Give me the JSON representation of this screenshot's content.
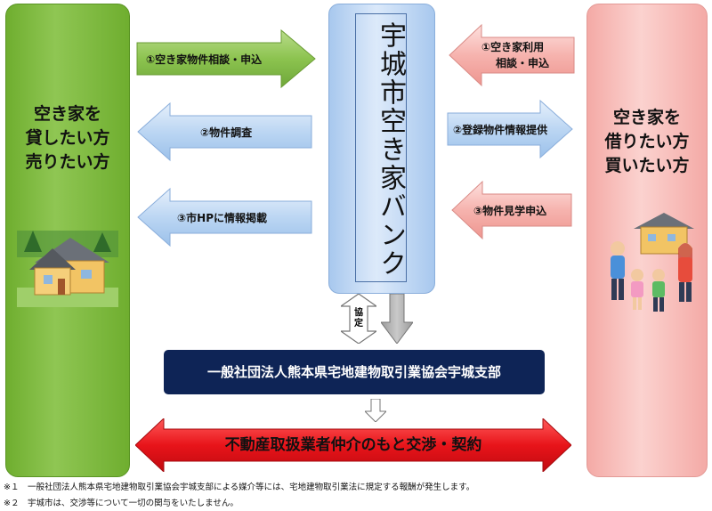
{
  "left_panel": {
    "line1": "空き家を",
    "line2": "貸したい方",
    "line3": "売りたい方"
  },
  "right_panel": {
    "line1": "空き家を",
    "line2": "借りたい方",
    "line3": "買いたい方"
  },
  "center": {
    "title": "宇城市空き家バンク"
  },
  "arrows": {
    "a1_left": "①空き家物件相談・申込",
    "a1_right_line1": "①空き家利用",
    "a1_right_line2": "相談・申込",
    "a2_left": "②物件調査",
    "a2_right": "②登録物件情報提供",
    "a3_left": "③市HPに情報掲載",
    "a3_right": "③物件見学申込"
  },
  "agreement": {
    "char1": "協",
    "char2": "定"
  },
  "association": {
    "name": "一般社団法人熊本県宅地建物取引業協会宇城支部"
  },
  "negotiation": {
    "text": "不動産取扱業者仲介のもと交渉・契約"
  },
  "footnotes": {
    "note1": "※１　一般社団法人熊本県宅地建物取引業協会宇城支部による媒介等には、宅地建物取引業法に規定する報酬が発生します。",
    "note2": "※２　宇城市は、交渉等について一切の関与をいたしません。"
  },
  "colors": {
    "green_panel": "#7fbb3f",
    "pink_panel": "#f8c0bc",
    "blue_box": "#c4dbf5",
    "navy_box": "#0e2456",
    "red_arrow": "#e8141a"
  }
}
